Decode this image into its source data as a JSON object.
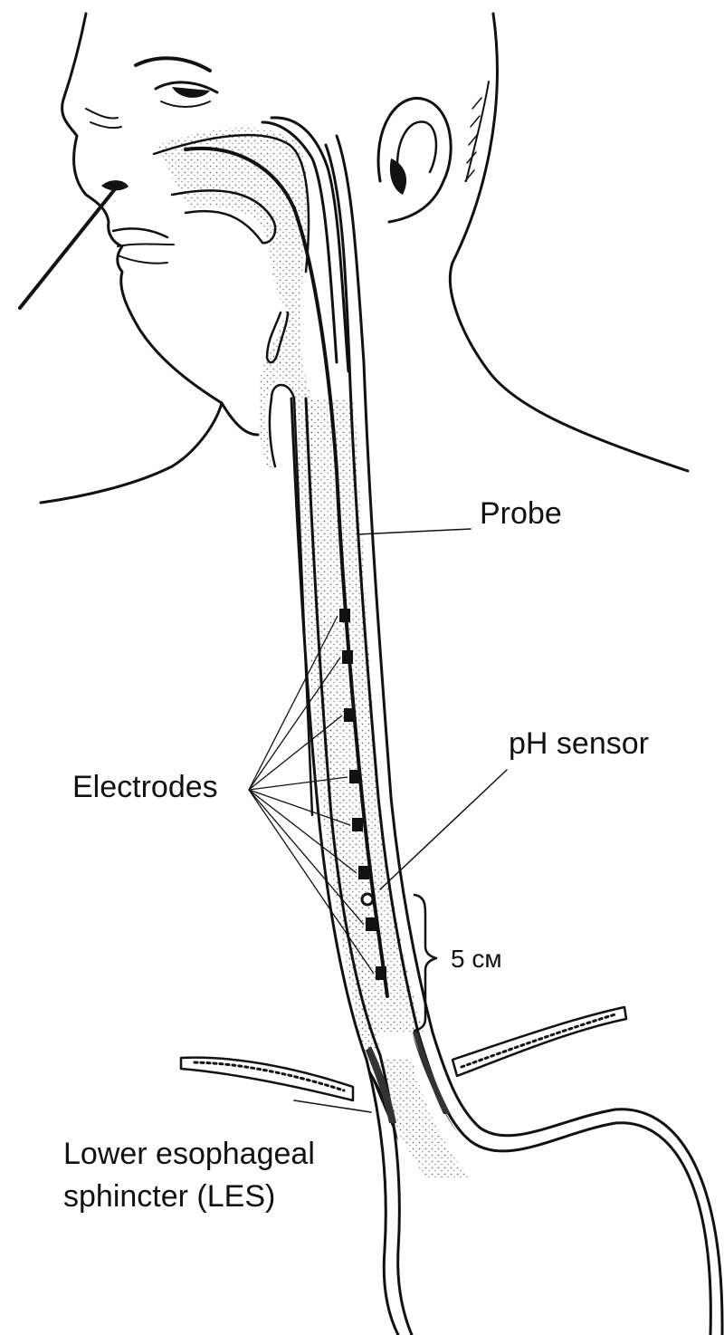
{
  "labels": {
    "probe": "Probe",
    "electrodes": "Electrodes",
    "ph_sensor": "pH sensor",
    "distance": "5 см",
    "les_line1": "Lower esophageal",
    "les_line2": "sphincter (LES)"
  },
  "colors": {
    "ink": "#111111",
    "stipple": "#b8b8b8",
    "background": "#ffffff"
  },
  "electrode_count": 8
}
